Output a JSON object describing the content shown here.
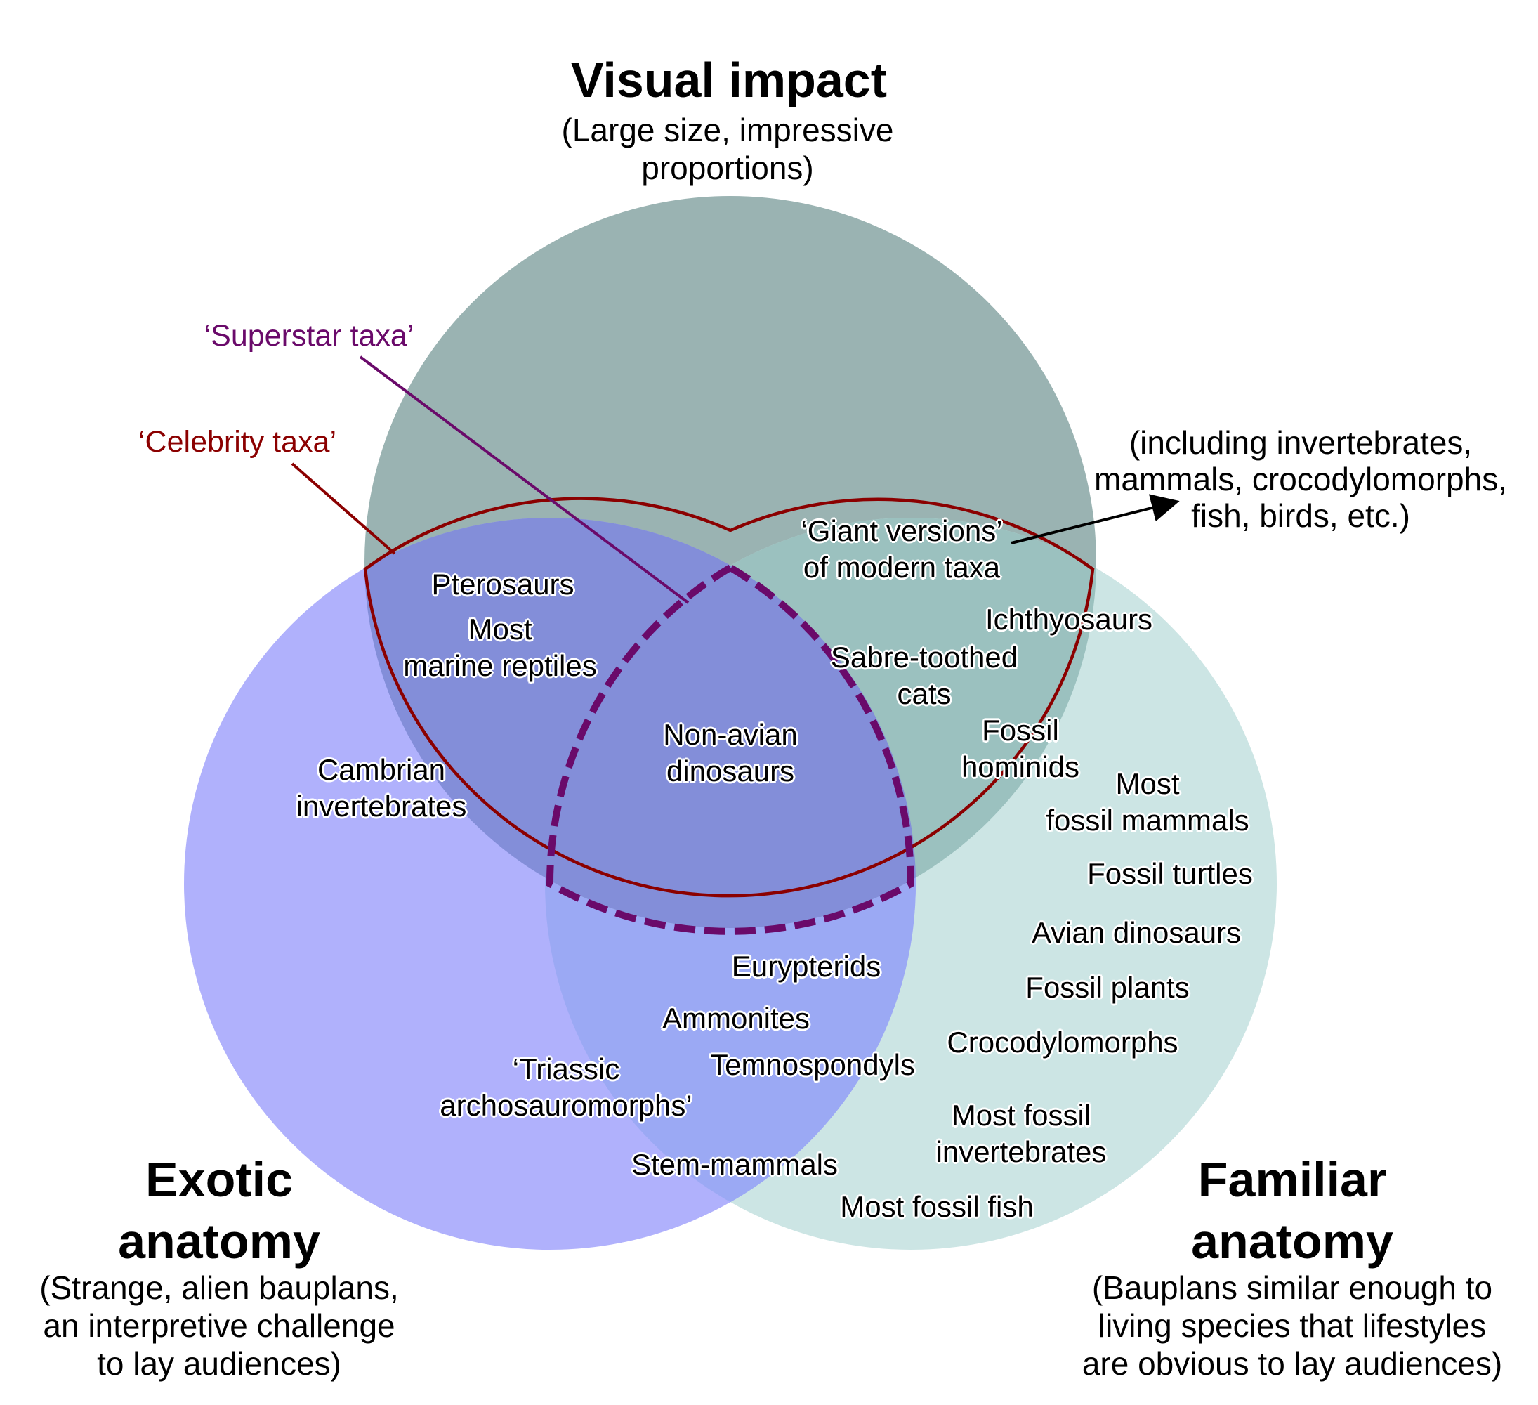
{
  "colors": {
    "visual_circle": "#9ab3b2",
    "exotic_circle": "#b0b1fc",
    "familiar_circle": "#cce5e4",
    "exotic_familiar_overlap": "#9ba9f4",
    "exotic_visual_overlap": "#838ed9",
    "visual_familiar_overlap": "#9bc1bf",
    "celebrity_outline": "#8b0000",
    "superstar_outline": "#6a0a6a",
    "superstar_label": "#6a0a6a",
    "celebrity_label": "#8b0000"
  },
  "sets": {
    "visual": {
      "title": "Visual impact",
      "subtitle": [
        "(Large size, impressive",
        "proportions)"
      ]
    },
    "exotic": {
      "title": [
        "Exotic",
        "anatomy"
      ],
      "subtitle": [
        "(Strange, alien bauplans,",
        "an interpretive challenge",
        "to lay audiences)"
      ]
    },
    "familiar": {
      "title": [
        "Familiar",
        "anatomy"
      ],
      "subtitle": [
        "(Bauplans similar enough to",
        "living species that lifestyles",
        "are obvious to lay audiences)"
      ]
    }
  },
  "callouts": {
    "superstar": "‘Superstar taxa’",
    "celebrity": "‘Celebrity taxa’",
    "including": [
      "(including invertebrates,",
      "mammals, crocodylomorphs,",
      "fish, birds, etc.)"
    ]
  },
  "items": {
    "pterosaurs": "Pterosaurs",
    "marine_reptiles": [
      "Most",
      "marine reptiles"
    ],
    "cambrian": [
      "Cambrian",
      "invertebrates"
    ],
    "non_avian": [
      "Non-avian",
      "dinosaurs"
    ],
    "giant_versions": [
      "‘Giant versions’",
      "of modern taxa"
    ],
    "ichthyosaurs": "Ichthyosaurs",
    "sabre": [
      "Sabre-toothed",
      "cats"
    ],
    "hominids": [
      "Fossil",
      "hominids"
    ],
    "fossil_mammals": [
      "Most",
      "fossil mammals"
    ],
    "turtles": "Fossil turtles",
    "avian": "Avian dinosaurs",
    "plants": "Fossil plants",
    "crocodylomorphs": "Crocodylomorphs",
    "fossil_invertebrates": [
      "Most fossil",
      "invertebrates"
    ],
    "fossil_fish": "Most fossil fish",
    "eurypterids": "Eurypterids",
    "ammonites": "Ammonites",
    "temnospondyls": "Temnospondyls",
    "triassic": [
      "‘Triassic",
      "archosauromorphs’"
    ],
    "stem_mammals": "Stem-mammals"
  }
}
